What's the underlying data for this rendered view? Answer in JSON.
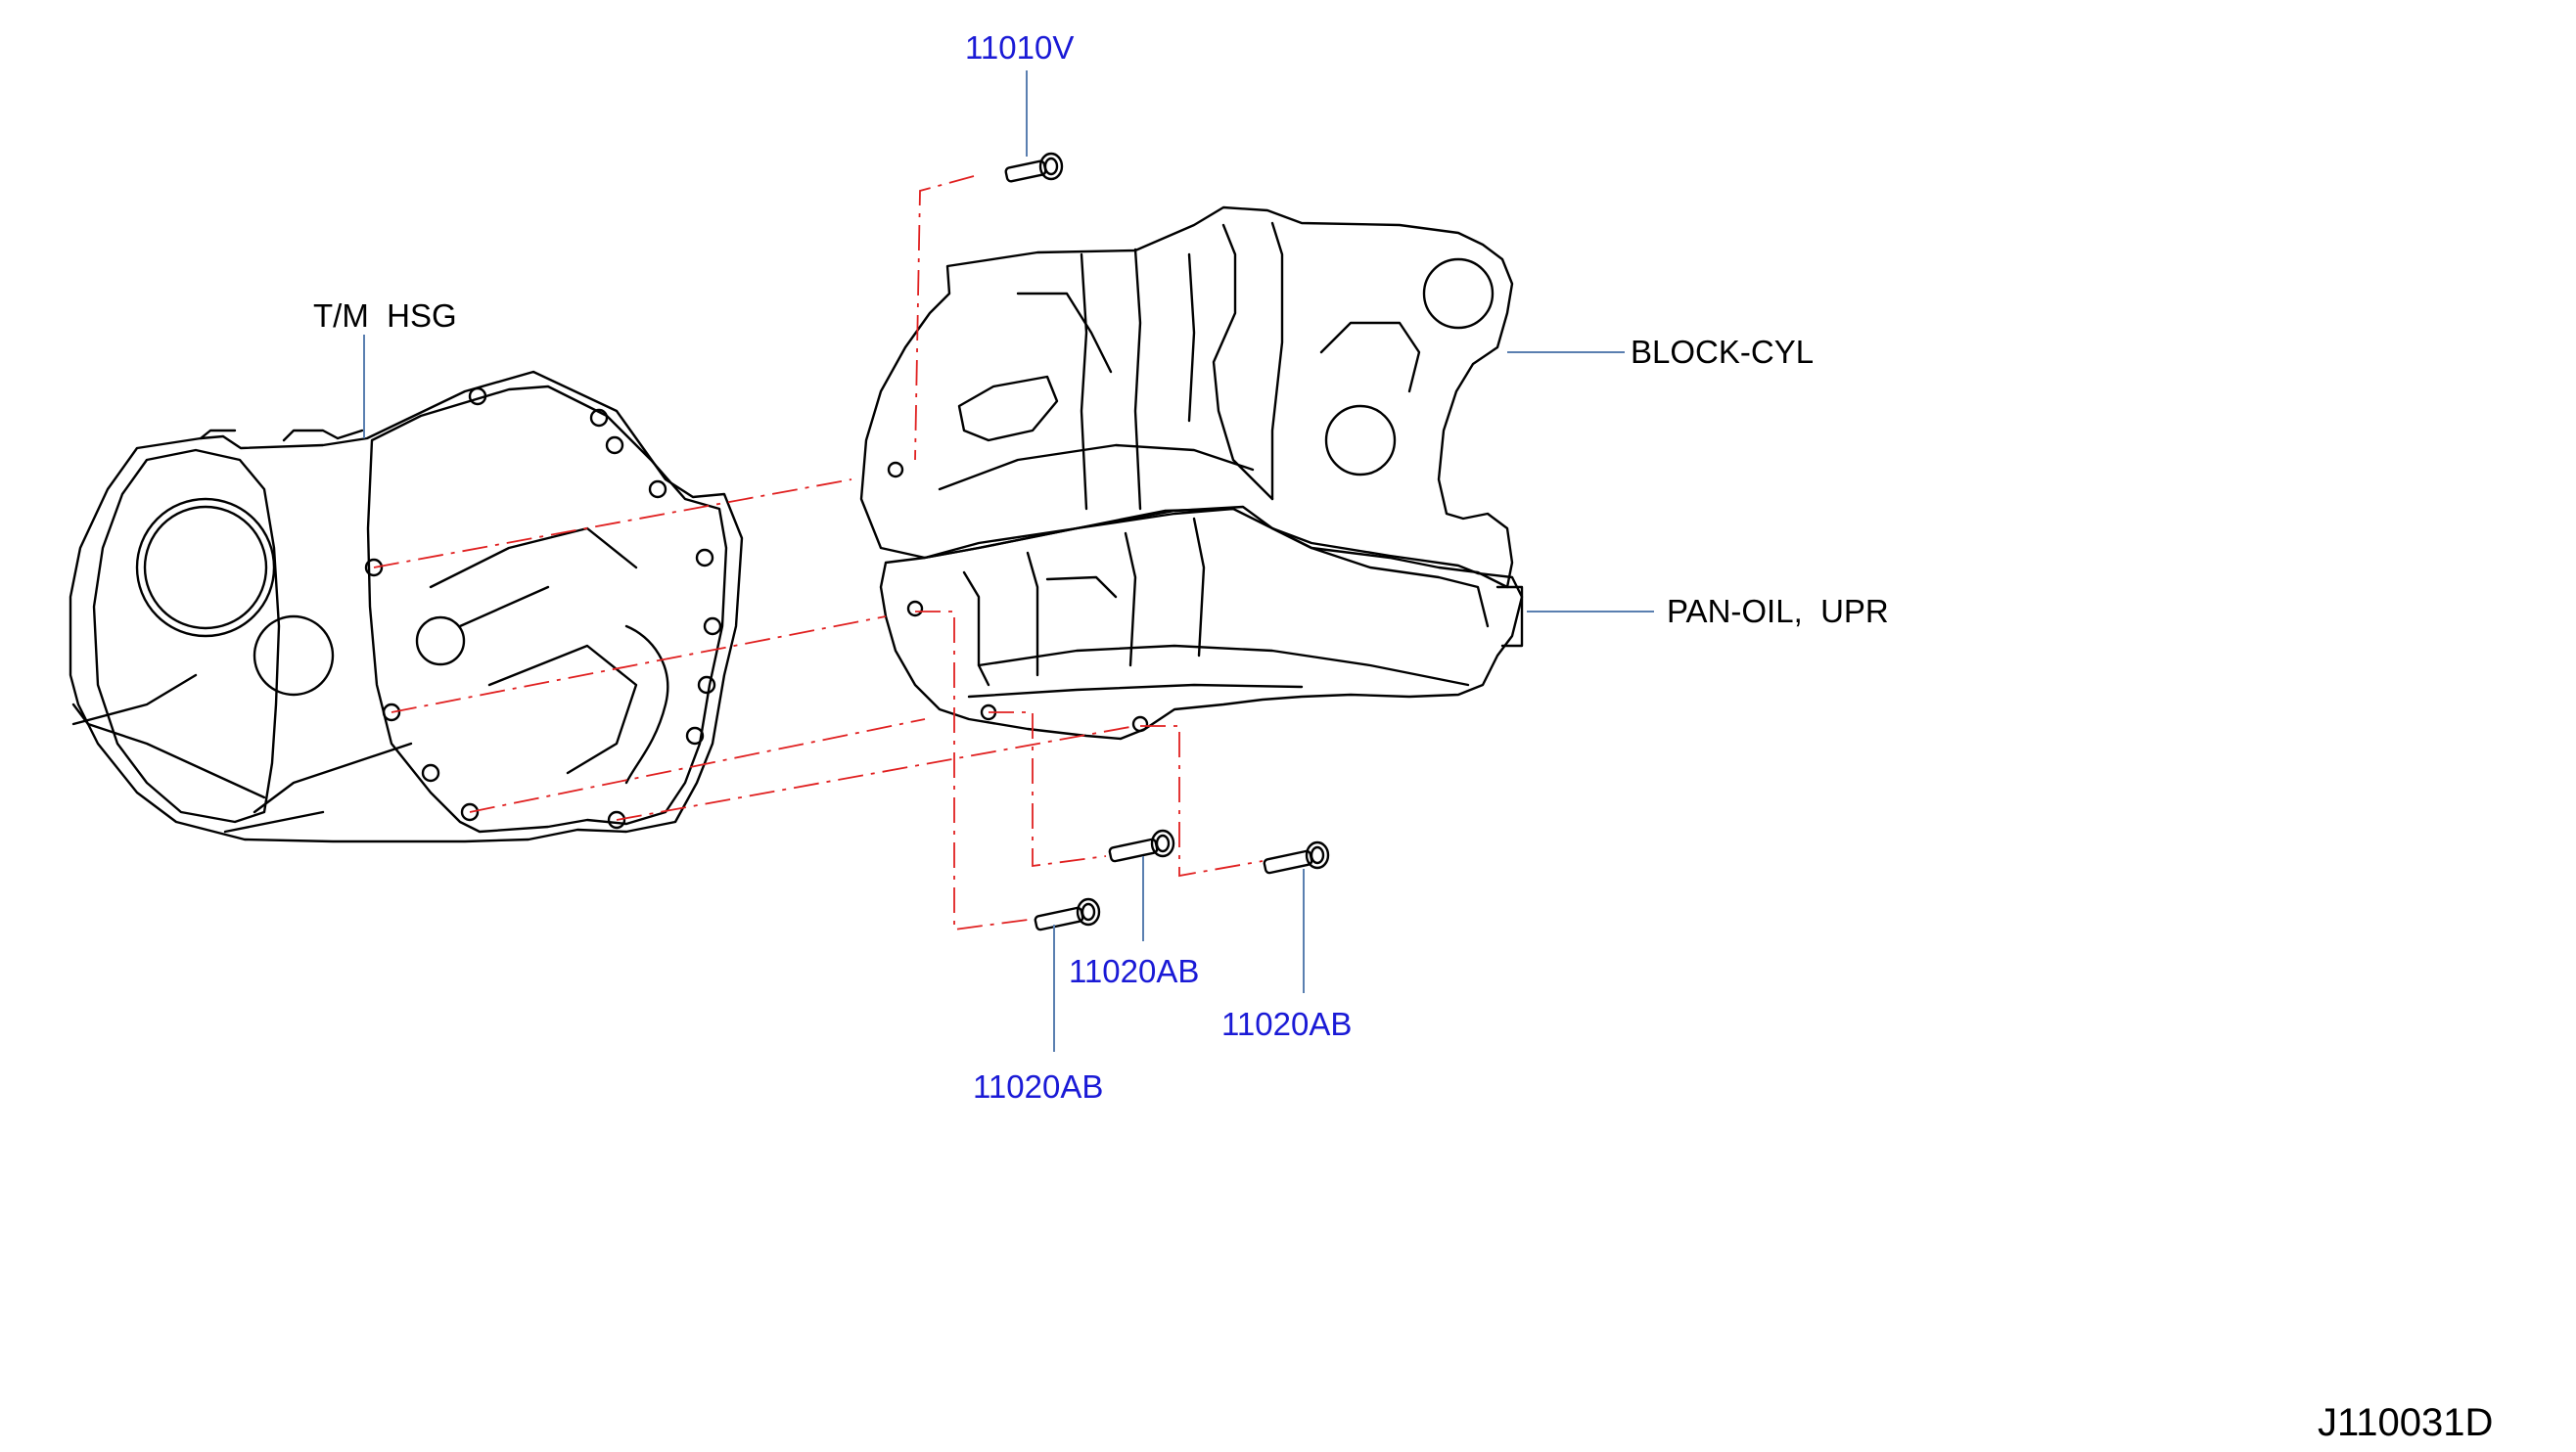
{
  "colors": {
    "part_number": "#1a1ad6",
    "leader_line": "#5a7fb0",
    "phantom_line": "#e02020",
    "outline": "#000000"
  },
  "labels": {
    "bolt_top": "11010V",
    "tm_hsg": "T/M  HSG",
    "block_cyl": "BLOCK-CYL",
    "pan_oil": "PAN-OIL,  UPR",
    "bolt_a": "11020AB",
    "bolt_b": "11020AB",
    "bolt_c": "11020AB",
    "diagram_id": "J110031D"
  }
}
